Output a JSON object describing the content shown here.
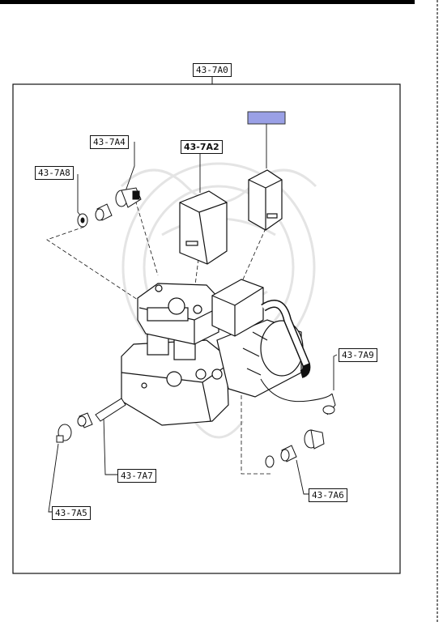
{
  "labels": {
    "assembly": "43-7A0",
    "a2": "43-7A2",
    "a4": "43-7A4",
    "a5": "43-7A5",
    "a6": "43-7A6",
    "a7": "43-7A7",
    "a8": "43-7A8",
    "a9": "43-7A9"
  },
  "colors": {
    "highlight_fill": "#9aa0e6",
    "line": "#111111",
    "watermark": "#e6e6e6"
  },
  "icons": {
    "watermark": "temple-seal-watermark"
  }
}
